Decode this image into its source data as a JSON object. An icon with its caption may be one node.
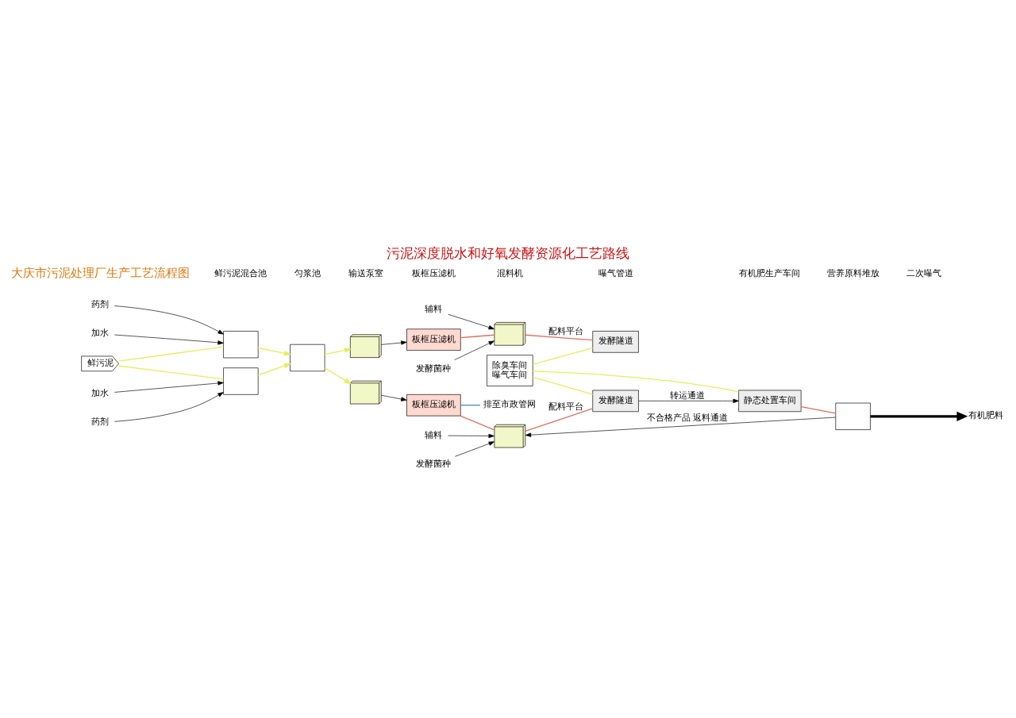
{
  "diagram": {
    "title": "污泥深度脱水和好氧发酵资源化工艺路线",
    "nodes": [
      {
        "text": [
          "鲜污泥"
        ]
      },
      {
        "text": [],
        "shape": "box"
      },
      {
        "text": [],
        "shape": "box"
      },
      {
        "text": [
          "药剂"
        ]
      },
      {
        "text": [
          "加水"
        ]
      },
      {
        "text": [
          "药剂"
        ]
      },
      {
        "text": [
          "加水"
        ]
      },
      {
        "text": [],
        "shape": "box"
      },
      {
        "text": [],
        "shape": "picture"
      },
      {
        "text": [],
        "shape": "picture"
      },
      {
        "text": [
          "板框压滤机"
        ]
      },
      {
        "text": [
          "板框压滤机"
        ]
      },
      {
        "text": [
          "发酵菌种"
        ]
      },
      {
        "text": [
          "辅料"
        ]
      },
      {
        "text": [],
        "shape": "picture"
      },
      {
        "text": [
          "发酵菌种"
        ]
      },
      {
        "text": [
          "辅料"
        ]
      },
      {
        "text": [],
        "shape": "picture"
      },
      {
        "text": [
          "发酵隧道"
        ]
      },
      {
        "text": [
          "发酵隧道"
        ]
      },
      {
        "text": [
          "静态处置车间"
        ]
      },
      {
        "text": [],
        "shape": "box"
      },
      {
        "text": [
          "有机肥料"
        ]
      },
      {
        "text": [
          "除臭车间",
          "曝气车间"
        ]
      },
      {
        "text": [
          "排至市政管网"
        ]
      }
    ],
    "edges": [
      {
        "from": 0,
        "to": 1,
        "arrow": "none",
        "color": "#e6ee5a"
      },
      {
        "from": 0,
        "to": 2,
        "arrow": "none",
        "color": "#e6ee5a"
      },
      {
        "from": 3,
        "to": 1,
        "arrow": "to"
      },
      {
        "from": 4,
        "to": 1,
        "arrow": "to"
      },
      {
        "from": 5,
        "to": 2,
        "arrow": "to"
      },
      {
        "from": 6,
        "to": 2,
        "arrow": "to"
      },
      {
        "from": 1,
        "to": 7,
        "arrow": "to",
        "color": "#e6ee5a"
      },
      {
        "from": 2,
        "to": 7,
        "arrow": "to",
        "color": "#e6ee5a"
      },
      {
        "from": 7,
        "to": 8,
        "arrow": "to",
        "color": "#e6ee5a"
      },
      {
        "from": 7,
        "to": 9,
        "arrow": "to",
        "color": "#e6ee5a"
      },
      {
        "from": 8,
        "to": 10,
        "arrow": "to"
      },
      {
        "from": 9,
        "to": 11,
        "arrow": "to"
      },
      {
        "from": 11,
        "to": 24,
        "arrow": "none",
        "color": "#4a90c8"
      },
      {
        "from": 10,
        "to": 14,
        "arrow": "none",
        "color": "#e07060"
      },
      {
        "from": 12,
        "to": 14,
        "arrow": "to"
      },
      {
        "from": 13,
        "to": 14,
        "arrow": "to"
      },
      {
        "from": 11,
        "to": 17,
        "arrow": "none",
        "color": "#e07060"
      },
      {
        "from": 15,
        "to": 17,
        "arrow": "to"
      },
      {
        "from": 16,
        "to": 17,
        "arrow": "to"
      },
      {
        "from": 14,
        "to": 18,
        "label": "配料平台",
        "arrow": "none",
        "color": "#e07060"
      },
      {
        "from": 17,
        "to": 19,
        "label": "配料平台",
        "arrow": "none",
        "color": "#e07060"
      },
      {
        "from": 19,
        "to": 20,
        "label": "转运通道",
        "arrow": "to"
      },
      {
        "from": 21,
        "to": 17,
        "label": "不合格产品 返料通道",
        "arrow": "to"
      },
      {
        "from": 20,
        "to": 21,
        "arrow": "none",
        "color": "#e07060"
      },
      {
        "from": 21,
        "to": 22,
        "arrow": "to",
        "style": "thick"
      },
      {
        "from": 23,
        "to": 18,
        "arrow": "none",
        "color": "#e6ee5a"
      },
      {
        "from": 23,
        "to": 19,
        "arrow": "none",
        "color": "#e6ee5a"
      },
      {
        "from": 23,
        "to": 20,
        "arrow": "none",
        "color": "#e6ee5a"
      }
    ],
    "labels": [
      "大庆市污泥处理厂生产工艺流程图",
      "鲜污泥混合池",
      "匀浆池",
      "输送泵室",
      "板框压滤机",
      "混料机",
      "曝气管道",
      "有机肥生产车间",
      "营养原料堆放",
      "二次曝气"
    ]
  }
}
